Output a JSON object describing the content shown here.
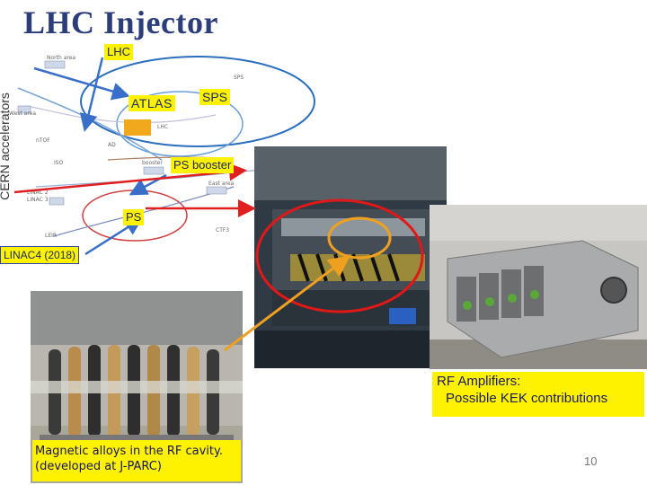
{
  "slide": {
    "title": "LHC Injector",
    "page_number": "10"
  },
  "diagram": {
    "vertical_label": "CERN accelerators",
    "labels": {
      "lhc": "LHC",
      "atlas": "ATLAS",
      "sps": "SPS",
      "ps_booster": "PS booster",
      "ps": "PS",
      "linac4": "LINAC4 (2018)"
    }
  },
  "captions": {
    "rf_amplifiers_line1": "RF Amplifiers:",
    "rf_amplifiers_line2": "Possible KEK contributions",
    "magnetic_line1": "Magnetic alloys in the RF cavity.",
    "magnetic_line2": "(developed at J-PARC)"
  },
  "colors": {
    "title": "#2b3e7a",
    "highlight": "#fff200",
    "arrow_blue": "#3a6fc9",
    "arrow_red": "#e02020",
    "arrow_orange": "#f0a020",
    "circle_red": "#e01818"
  }
}
